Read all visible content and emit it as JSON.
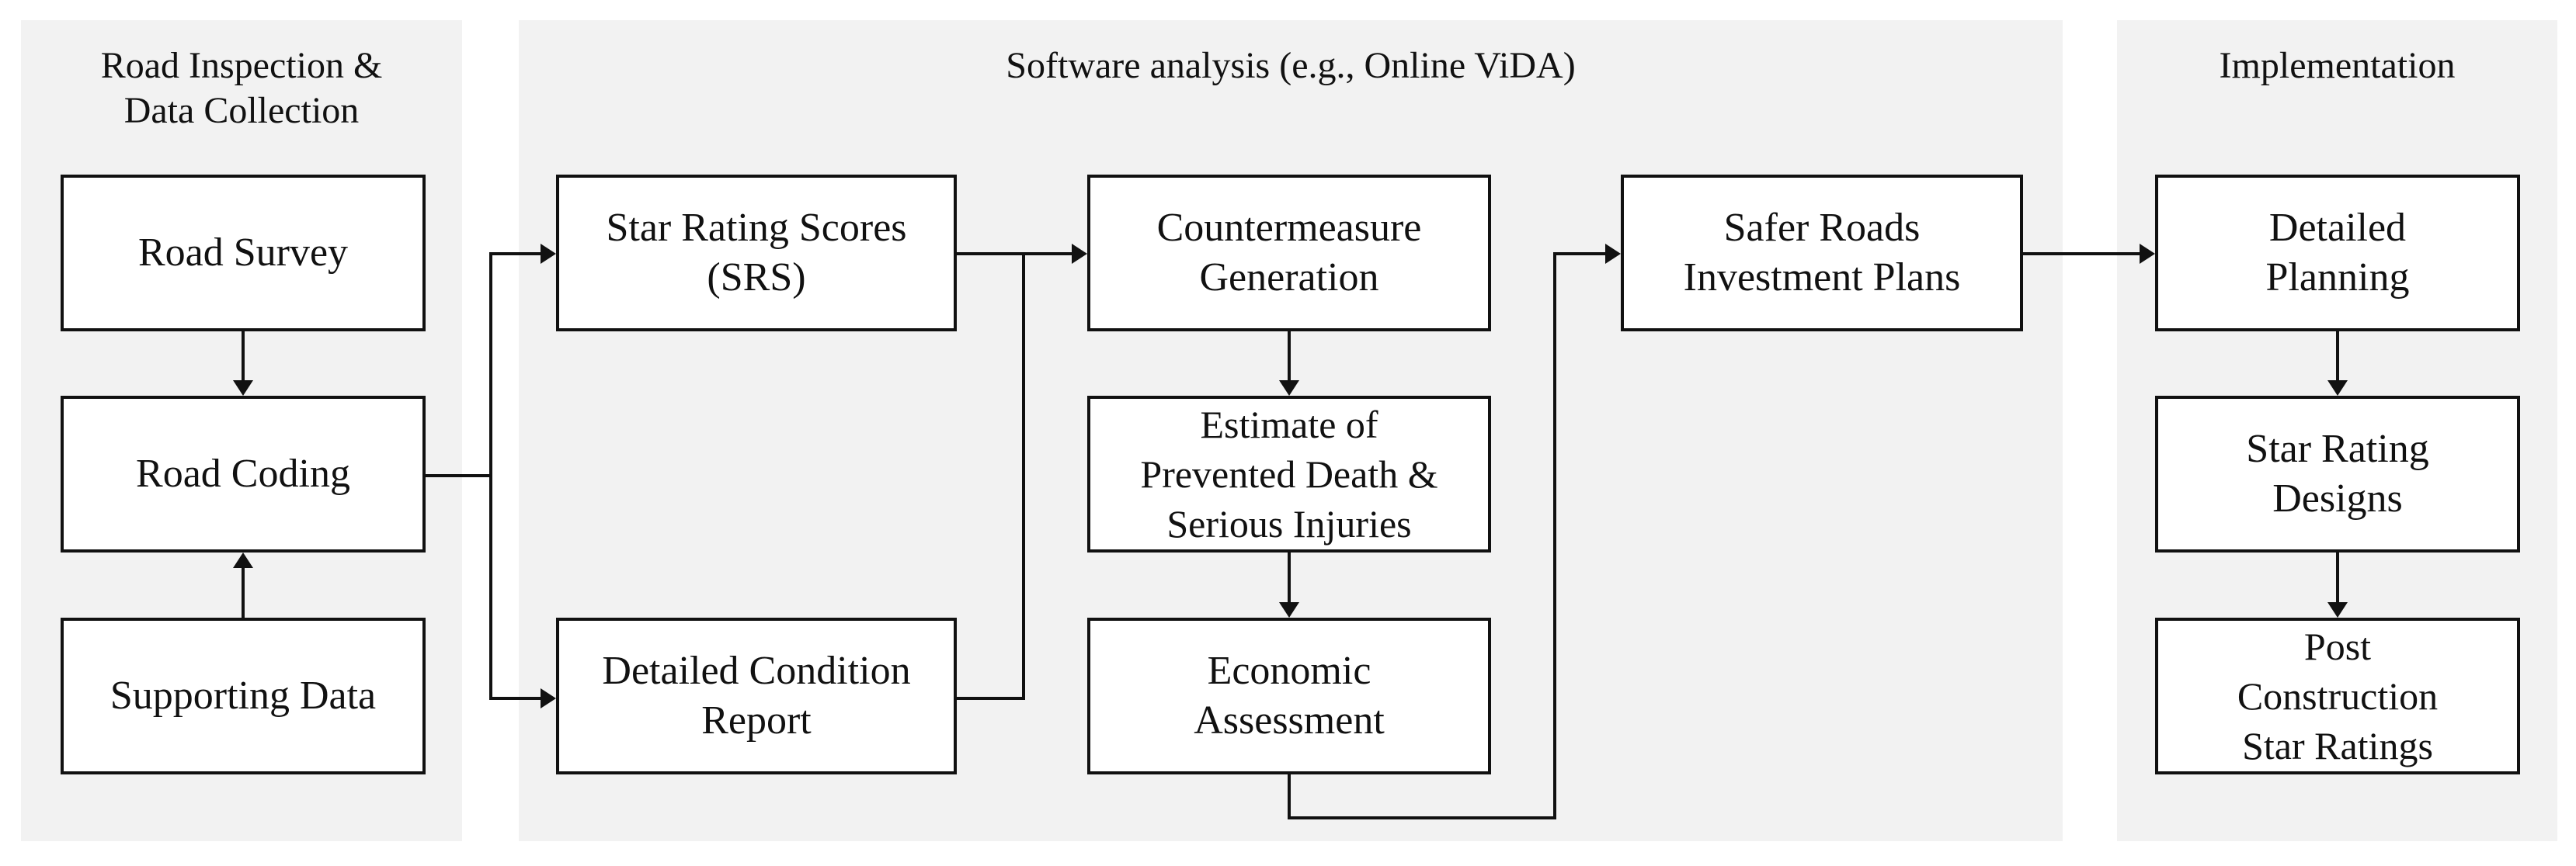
{
  "stages": {
    "inspection": "Road Inspection &\nData Collection",
    "software": "Software analysis (e.g., Online ViDA)",
    "implementation": "Implementation"
  },
  "boxes": {
    "road_survey": "Road Survey",
    "road_coding": "Road Coding",
    "supporting_data": "Supporting Data",
    "star_rating_scores": "Star Rating Scores\n(SRS)",
    "detailed_condition_report": "Detailed Condition\nReport",
    "countermeasure_generation": "Countermeasure\nGeneration",
    "prevented_death_estimate": "Estimate of\nPrevented Death &\nSerious Injuries",
    "economic_assessment": "Economic\nAssessment",
    "investment_plans": "Safer Roads\nInvestment Plans",
    "detailed_planning": "Detailed\nPlanning",
    "star_rating_designs": "Star Rating\nDesigns",
    "post_construction": "Post\nConstruction\nStar Ratings"
  }
}
